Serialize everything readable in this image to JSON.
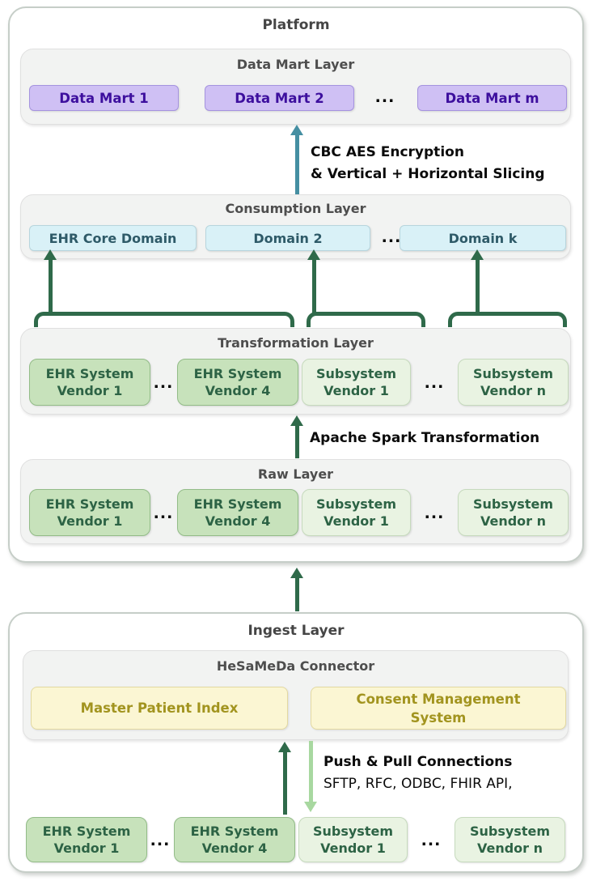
{
  "platform": {
    "title": "Platform"
  },
  "data_mart_layer": {
    "title": "Data Mart Layer",
    "items": [
      "Data Mart 1",
      "Data Mart 2",
      "Data Mart m"
    ],
    "ellipsis": "..."
  },
  "encryption_annotation": {
    "line1": "CBC AES Encryption",
    "line2": "& Vertical + Horizontal Slicing"
  },
  "consumption_layer": {
    "title": "Consumption Layer",
    "items": [
      "EHR Core Domain",
      "Domain 2",
      "Domain k"
    ],
    "ellipsis": "..."
  },
  "transformation_layer": {
    "title": "Transformation Layer"
  },
  "spark_annotation": {
    "label": "Apache Spark Transformation"
  },
  "raw_layer": {
    "title": "Raw Layer"
  },
  "ingest_layer": {
    "title": "Ingest Layer",
    "connector": {
      "title": "HeSaMeDa Connector",
      "master_patient_index": "Master Patient Index",
      "consent_management": "Consent Management System"
    }
  },
  "connections_annotation": {
    "line1": "Push & Pull Connections",
    "line2": "SFTP, RFC, ODBC, FHIR API,"
  },
  "vendors": {
    "ehr1": {
      "line1": "EHR System",
      "line2": "Vendor 1"
    },
    "ehr4": {
      "line1": "EHR System",
      "line2": "Vendor 4"
    },
    "sub1": {
      "line1": "Subsystem",
      "line2": "Vendor 1"
    },
    "subn": {
      "line1": "Subsystem",
      "line2": "Vendor n"
    },
    "ellipsis": "..."
  },
  "colors": {
    "data_mart_fill": "#cfc0f4",
    "data_mart_text": "#3d0f9e",
    "domain_fill": "#d9f1f7",
    "domain_text": "#2e5a68",
    "vendor_dark_fill": "#c7e2bb",
    "vendor_light_fill": "#e9f3e2",
    "vendor_text": "#2d6345",
    "yellow_fill": "#fbf6d3",
    "yellow_text": "#a2941f",
    "arrow_green": "#2f6a4a",
    "arrow_teal": "#458fa2",
    "arrow_light_green": "#a8d8a0",
    "layer_fill": "#f2f3f2"
  }
}
